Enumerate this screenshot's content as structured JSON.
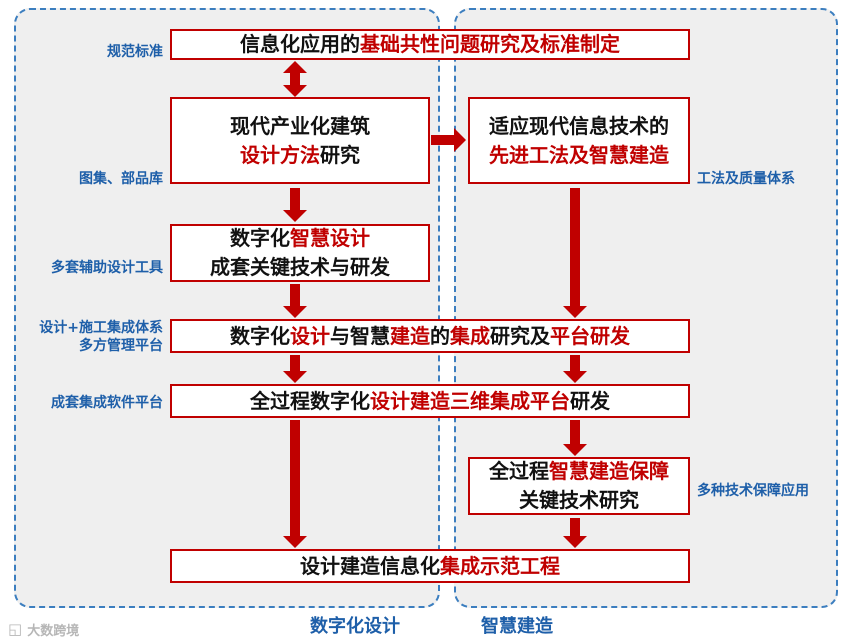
{
  "colors": {
    "accent_red": "#c00000",
    "label_blue": "#1e5fa9",
    "region_border_blue": "#3c7ebf",
    "region_fill": "#efefef",
    "box_border": "#c00000"
  },
  "boxes": {
    "standards": {
      "lines": [
        [
          {
            "t": "信息化应用的"
          },
          {
            "t": "基础共性问题研究及标准制定",
            "red": true
          }
        ]
      ]
    },
    "industrial_design": {
      "lines": [
        [
          {
            "t": "现代产业化建筑"
          }
        ],
        [
          {
            "t": "设计方法",
            "red": true
          },
          {
            "t": "研究"
          }
        ]
      ]
    },
    "advanced_methods": {
      "lines": [
        [
          {
            "t": "适应现代信息技术的"
          }
        ],
        [
          {
            "t": "先进工法及智慧建造",
            "red": true
          }
        ]
      ]
    },
    "smart_design_tech": {
      "lines": [
        [
          {
            "t": "数字化"
          },
          {
            "t": "智慧设计",
            "red": true
          }
        ],
        [
          {
            "t": "成套关键技术与研发"
          }
        ]
      ]
    },
    "integration_research": {
      "lines": [
        [
          {
            "t": "数字化"
          },
          {
            "t": "设计",
            "red": true
          },
          {
            "t": "与智慧"
          },
          {
            "t": "建造",
            "red": true
          },
          {
            "t": "的"
          },
          {
            "t": "集成",
            "red": true
          },
          {
            "t": "研究及"
          },
          {
            "t": "平台研发",
            "red": true
          }
        ]
      ]
    },
    "integrated_platform": {
      "lines": [
        [
          {
            "t": "全过程数字化"
          },
          {
            "t": "设计建造三维集成平台",
            "red": true
          },
          {
            "t": "研发"
          }
        ]
      ]
    },
    "construction_guarantee": {
      "lines": [
        [
          {
            "t": "全过程"
          },
          {
            "t": "智慧建造保障",
            "red": true
          }
        ],
        [
          {
            "t": "关键技术研究"
          }
        ]
      ]
    },
    "demonstration": {
      "lines": [
        [
          {
            "t": "设计建造信息化"
          },
          {
            "t": "集成示范工程",
            "red": true
          }
        ]
      ]
    }
  },
  "side_labels": {
    "standards": "规范标准",
    "atlas": "图集、部品库",
    "design_tools": "多套辅助设计工具",
    "integration_system": "设计+施工集成体系",
    "management_platform": "多方管理平台",
    "software_platform": "成套集成软件平台",
    "quality_system": "工法及质量体系",
    "tech_guarantee": "多种技术保障应用"
  },
  "footer": {
    "digital_design": "数字化设计",
    "smart_construction": "智慧建造"
  },
  "watermark": {
    "logo_icon": "◱",
    "text": "大数跨境"
  }
}
